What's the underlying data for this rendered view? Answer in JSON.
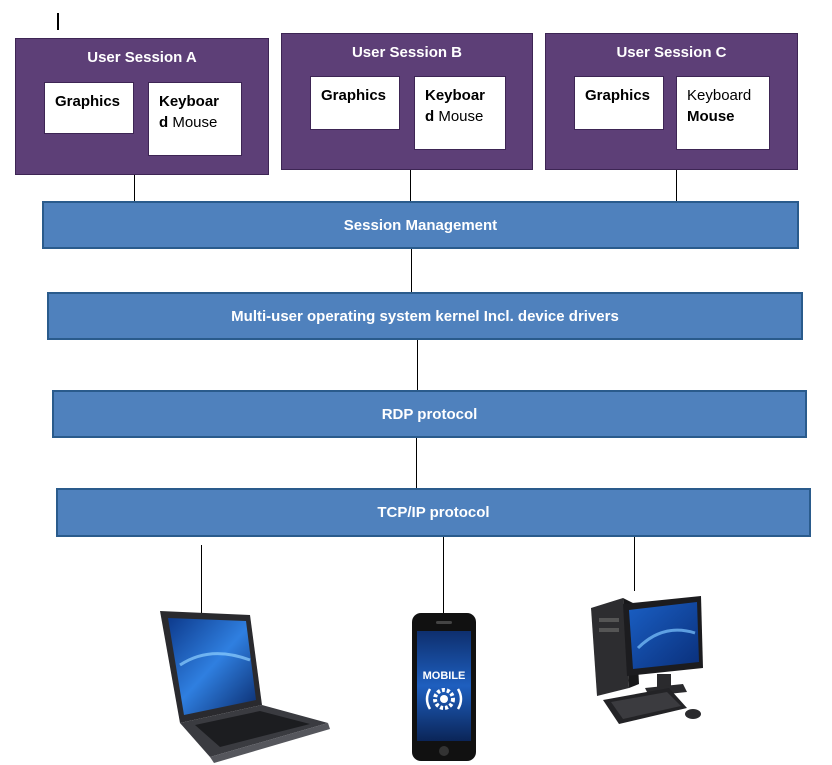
{
  "sessions": [
    {
      "title": "User Session A",
      "graphics_label": "Graphics",
      "input_line1": "Keyboar",
      "input_line2_bold": "d",
      "input_line2_rest": " Mouse"
    },
    {
      "title": "User Session B",
      "graphics_label": "Graphics",
      "input_line1": "Keyboar",
      "input_line2_bold": "d",
      "input_line2_rest": " Mouse"
    },
    {
      "title": "User Session C",
      "graphics_label": "Graphics",
      "input_line1": "Keyboard",
      "input_line2": "Mouse"
    }
  ],
  "layers": {
    "session_management": "Session Management",
    "kernel": "Multi-user operating system kernel Incl. device drivers",
    "rdp": "RDP protocol",
    "tcpip": "TCP/IP protocol"
  },
  "devices": {
    "mobile_label": "MOBILE"
  },
  "colors": {
    "session_fill": "#5d3f77",
    "layer_fill": "#4f81bd",
    "layer_border": "#2a5b8c"
  }
}
